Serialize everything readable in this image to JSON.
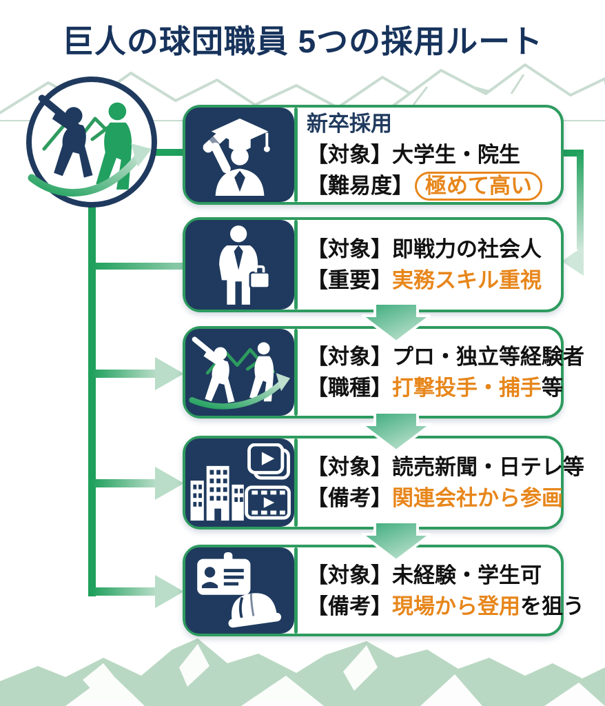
{
  "title": "巨人の球団職員 5つの採用ルート",
  "colors": {
    "accent_green": "#2E9B5F",
    "connector_green": "#1FA05C",
    "panel_navy": "#1F3A5E",
    "title_navy": "#17335C",
    "highlight_orange": "#E7861B",
    "mountain_pale_green": "#B9D8C3"
  },
  "logo": {
    "name": "baseball-to-business-career-logo"
  },
  "routes": [
    {
      "title": "新卒採用",
      "icon": "graduate-icon",
      "lines": [
        {
          "label": "【対象】",
          "value": "大学生・院生",
          "suffix": ""
        },
        {
          "label": "【難易度】",
          "value": "極めて高い",
          "suffix": ""
        }
      ]
    },
    {
      "icon": "businessman-icon",
      "lines": [
        {
          "label": "【対象】",
          "value": "即戦力の社会人",
          "suffix": ""
        },
        {
          "label": "【重要】",
          "value": "実務スキル重視",
          "suffix": ""
        }
      ]
    },
    {
      "icon": "player-career-change-icon",
      "lines": [
        {
          "label": "【対象】",
          "value": "プロ・独立等経験者",
          "suffix": ""
        },
        {
          "label": "【職種】",
          "value": "打撃投手・捕手",
          "suffix": "等"
        }
      ]
    },
    {
      "icon": "media-company-icon",
      "lines": [
        {
          "label": "【対象】",
          "value": "読売新聞・日テレ等",
          "suffix": ""
        },
        {
          "label": "【備考】",
          "value": "関連会社から参画",
          "suffix": ""
        }
      ]
    },
    {
      "icon": "id-card-helmet-icon",
      "lines": [
        {
          "label": "【対象】",
          "value": "未経験・学生可",
          "suffix": ""
        },
        {
          "label": "【備考】",
          "value": "現場から登用",
          "suffix": "を狙う"
        }
      ]
    }
  ]
}
